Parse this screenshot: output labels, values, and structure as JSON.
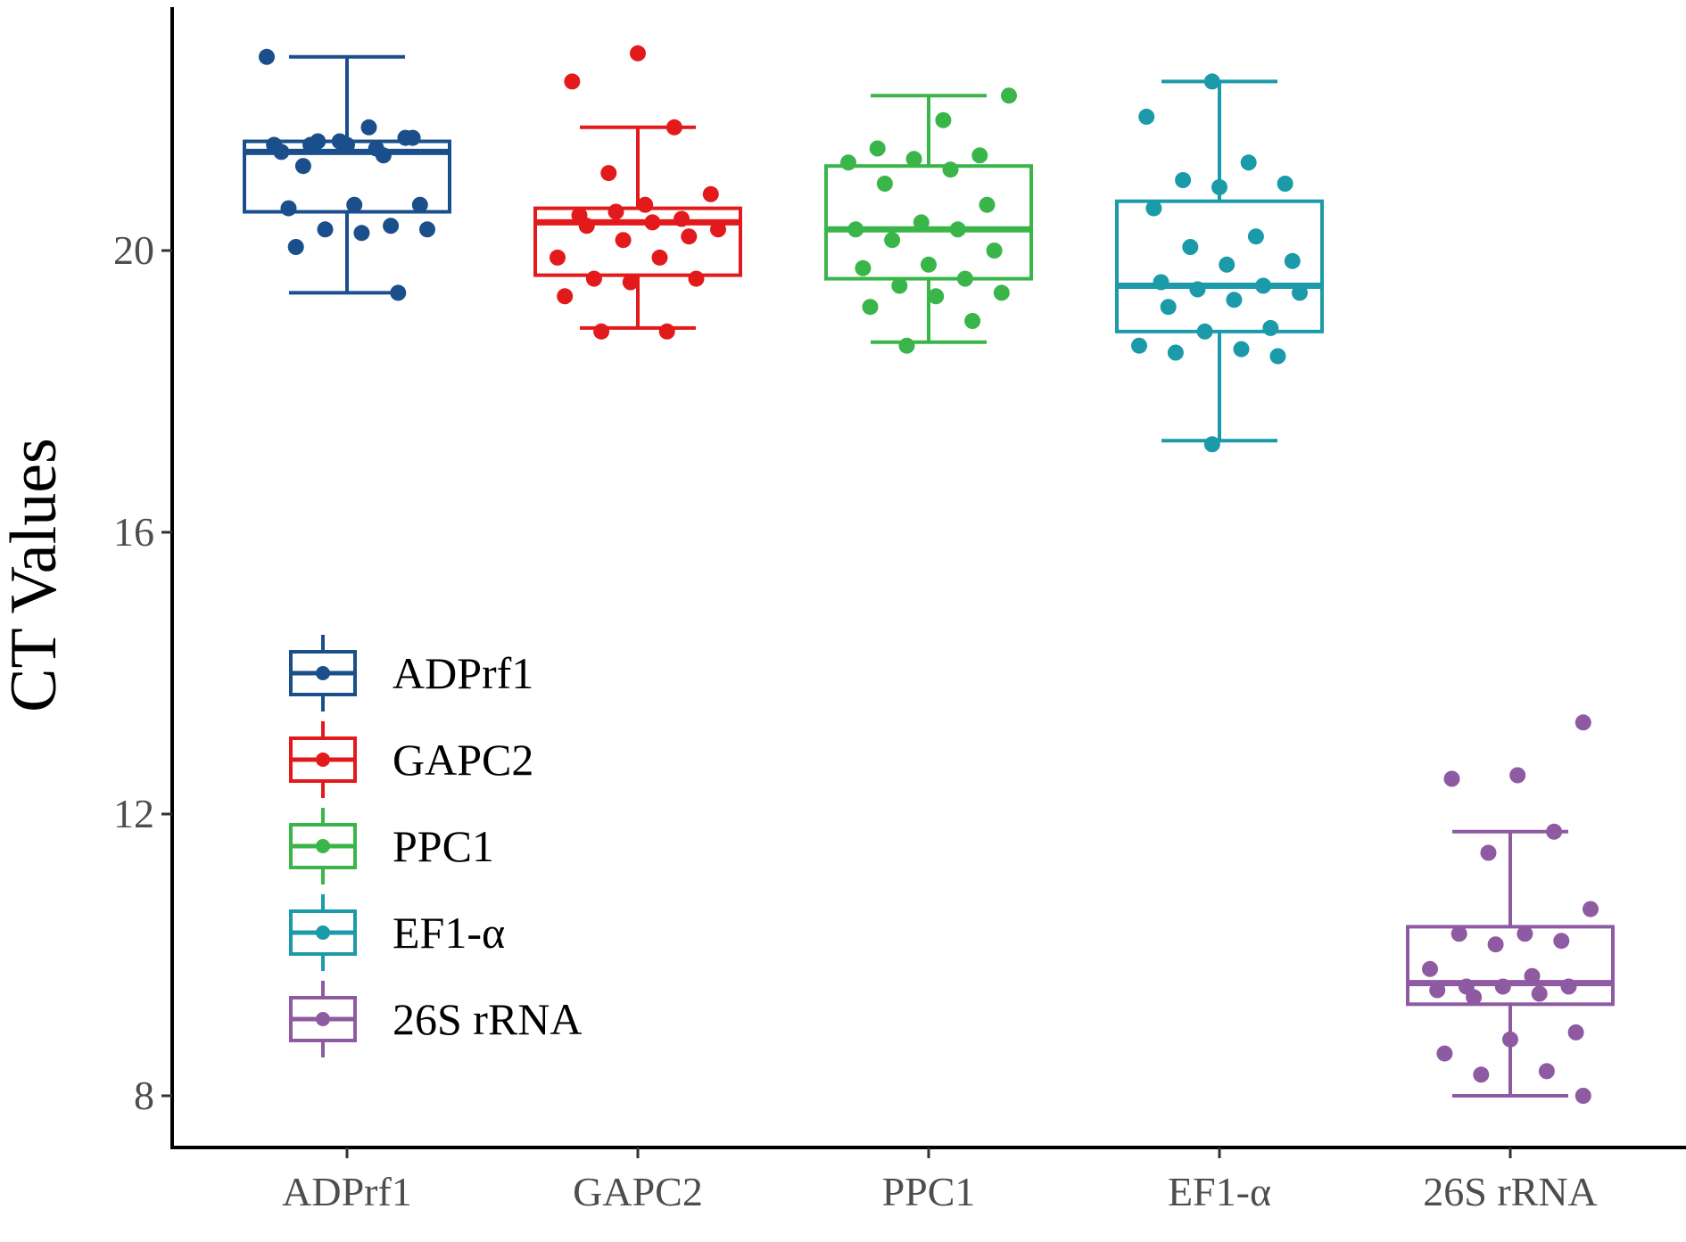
{
  "chart_data": {
    "type": "box",
    "ylabel": "CT Values",
    "xlabel": "",
    "ylim": [
      7.7,
      23.6
    ],
    "yticks": [
      8,
      12,
      16,
      20
    ],
    "grid": false,
    "legend": "bottom-left",
    "categories": [
      "ADPrf1",
      "GAPC2",
      "PPC1",
      "EF1-α",
      "26S rRNA"
    ],
    "series": [
      {
        "name": "ADPrf1",
        "color": "#1a4f8b",
        "box": {
          "whisker_low": 19.4,
          "q1": 20.55,
          "median": 21.4,
          "q3": 21.55,
          "whisker_high": 22.75
        },
        "points": [
          22.75,
          21.75,
          21.2,
          21.6,
          21.55,
          21.5,
          21.45,
          21.5,
          21.6,
          21.5,
          21.4,
          21.35,
          21.55,
          20.65,
          20.65,
          20.6,
          20.35,
          20.3,
          20.3,
          20.25,
          20.05,
          19.4
        ]
      },
      {
        "name": "GAPC2",
        "color": "#e31a1c",
        "box": {
          "whisker_low": 18.9,
          "q1": 19.65,
          "median": 20.4,
          "q3": 20.6,
          "whisker_high": 21.75
        },
        "points": [
          22.8,
          22.4,
          21.75,
          21.1,
          20.8,
          20.65,
          20.5,
          20.45,
          20.55,
          20.3,
          20.4,
          20.35,
          20.2,
          20.15,
          19.9,
          19.9,
          19.6,
          19.6,
          19.55,
          19.35,
          18.85,
          18.85
        ]
      },
      {
        "name": "PPC1",
        "color": "#3ab54a",
        "box": {
          "whisker_low": 18.7,
          "q1": 19.6,
          "median": 20.3,
          "q3": 21.2,
          "whisker_high": 22.2
        },
        "points": [
          22.2,
          21.85,
          21.45,
          21.35,
          21.3,
          21.25,
          21.15,
          20.95,
          20.65,
          20.4,
          20.3,
          20.3,
          20.15,
          20.0,
          19.8,
          19.75,
          19.6,
          19.5,
          19.4,
          19.35,
          19.2,
          19.0,
          18.65
        ]
      },
      {
        "name": "EF1-α",
        "color": "#1b9aaa",
        "box": {
          "whisker_low": 17.3,
          "q1": 18.85,
          "median": 19.5,
          "q3": 20.7,
          "whisker_high": 22.4
        },
        "points": [
          22.4,
          21.9,
          21.25,
          21.0,
          20.95,
          20.9,
          20.6,
          20.2,
          20.05,
          19.85,
          19.8,
          19.55,
          19.5,
          19.45,
          19.4,
          19.3,
          19.2,
          18.9,
          18.85,
          18.65,
          18.6,
          18.55,
          18.5,
          17.25
        ]
      },
      {
        "name": "26S rRNA",
        "color": "#8e5aa2",
        "box": {
          "whisker_low": 8.0,
          "q1": 9.3,
          "median": 9.6,
          "q3": 10.4,
          "whisker_high": 11.75
        },
        "points": [
          13.3,
          12.55,
          12.5,
          11.75,
          11.45,
          10.65,
          10.3,
          10.3,
          10.2,
          10.15,
          9.8,
          9.7,
          9.55,
          9.55,
          9.55,
          9.5,
          9.45,
          9.4,
          8.9,
          8.8,
          8.6,
          8.35,
          8.3,
          8.0
        ]
      }
    ]
  }
}
